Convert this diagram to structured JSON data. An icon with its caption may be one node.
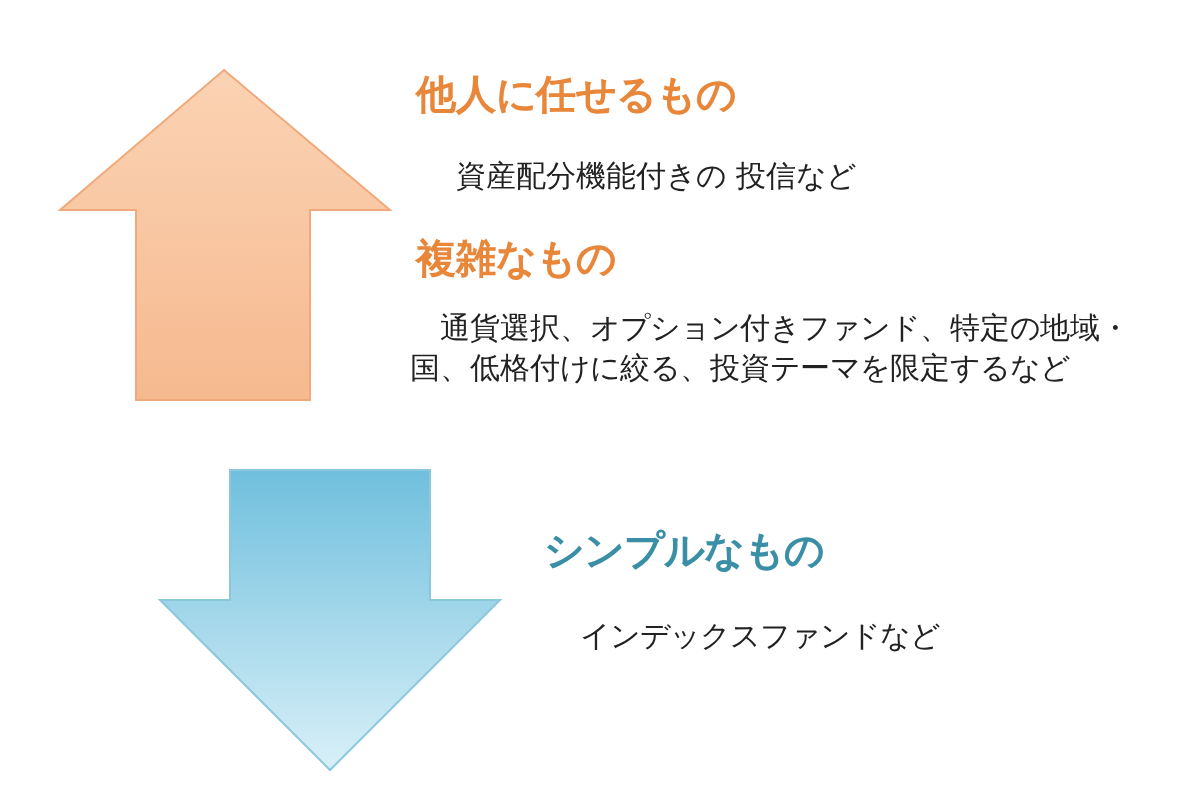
{
  "diagram": {
    "labels": [
      "他人に任せるもの",
      "資産配分機能付きの 投信など",
      "複雑なもの",
      "通貨選択、オプション付きファンド、特定の地域・国、低格付けに絞る、投資テーマを限定するなど",
      "シンプルなもの",
      "インデックスファンドなど"
    ]
  }
}
